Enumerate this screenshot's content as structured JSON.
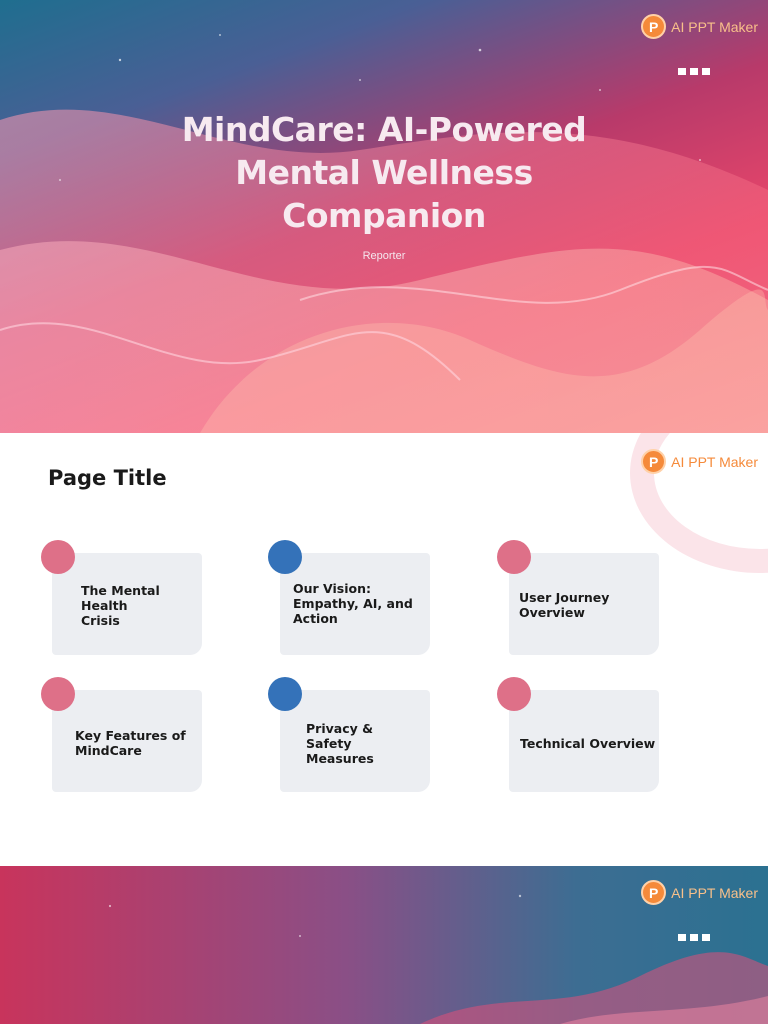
{
  "brand": {
    "logo_letter": "P",
    "logo_text": "AI PPT Maker"
  },
  "cover": {
    "title_lines": [
      "MindCare: AI-Powered",
      "Mental Wellness",
      "Companion"
    ],
    "subtitle": "Reporter"
  },
  "contents": {
    "page_title": "Page Title",
    "items": [
      {
        "lines": [
          "The Mental",
          "Health",
          "Crisis"
        ],
        "dot_color": "#de7088"
      },
      {
        "lines": [
          "Our Vision:",
          "Empathy, AI, and",
          "Action"
        ],
        "dot_color": "#3472b9"
      },
      {
        "lines": [
          "User Journey",
          "Overview"
        ],
        "dot_color": "#de7088"
      },
      {
        "lines": [
          "Key Features of",
          "MindCare"
        ],
        "dot_color": "#de7088"
      },
      {
        "lines": [
          "Privacy &",
          "Safety",
          "Measures"
        ],
        "dot_color": "#3472b9"
      },
      {
        "lines": [
          "Technical Overview"
        ],
        "dot_color": "#de7088"
      }
    ]
  },
  "colors": {
    "accent_orange": "#f58a3a",
    "dot_pink": "#de7088",
    "dot_blue": "#3472b9",
    "card_bg": "#eceef2"
  }
}
